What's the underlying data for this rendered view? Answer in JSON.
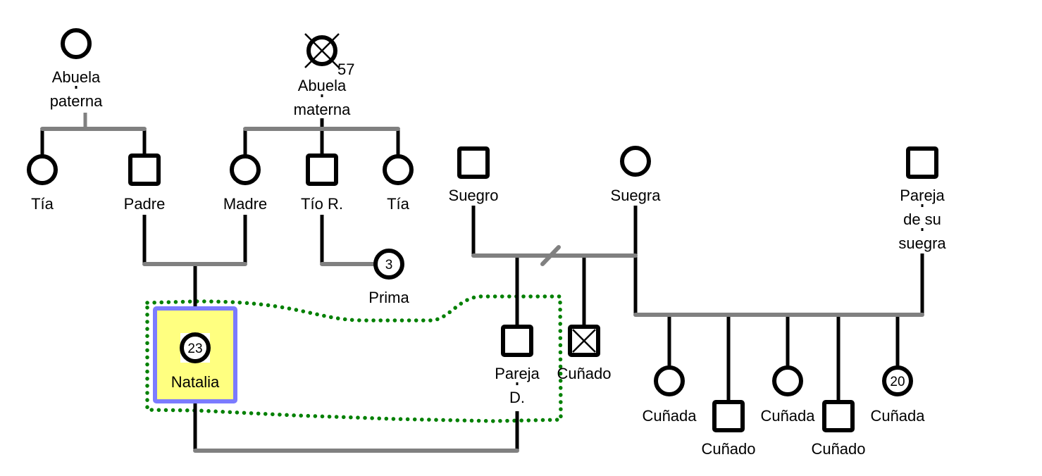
{
  "diagram": {
    "title": "Genograma",
    "colors": {
      "relation_line": "#808080",
      "descent_line": "#000000",
      "symbol_stroke": "#000000",
      "highlight_fill": "#ffff80",
      "highlight_border": "#7b7bff",
      "household_boundary": "#008000",
      "background": "#ffffff"
    },
    "people": [
      {
        "id": "abuela_paterna",
        "label_lines": [
          "Abuela",
          "paterna"
        ],
        "sex": "female",
        "deceased": false,
        "age": null
      },
      {
        "id": "abuela_materna",
        "label_lines": [
          "Abuela",
          "materna"
        ],
        "sex": "female",
        "deceased": true,
        "age": "57"
      },
      {
        "id": "tia_paterna",
        "label_lines": [
          "Tía"
        ],
        "sex": "female",
        "deceased": false,
        "age": null
      },
      {
        "id": "padre",
        "label_lines": [
          "Padre"
        ],
        "sex": "male",
        "deceased": false,
        "age": null
      },
      {
        "id": "madre",
        "label_lines": [
          "Madre"
        ],
        "sex": "female",
        "deceased": false,
        "age": null
      },
      {
        "id": "tio_r",
        "label_lines": [
          "Tío R."
        ],
        "sex": "male",
        "deceased": false,
        "age": null
      },
      {
        "id": "tia_materna",
        "label_lines": [
          "Tía"
        ],
        "sex": "female",
        "deceased": false,
        "age": null
      },
      {
        "id": "prima",
        "label_lines": [
          "Prima"
        ],
        "sex": "female",
        "deceased": false,
        "age": "3"
      },
      {
        "id": "natalia",
        "label_lines": [
          "Natalia"
        ],
        "sex": "female",
        "deceased": false,
        "age": "23",
        "index_person": true
      },
      {
        "id": "suegro",
        "label_lines": [
          "Suegro"
        ],
        "sex": "male",
        "deceased": false,
        "age": null
      },
      {
        "id": "suegra",
        "label_lines": [
          "Suegra"
        ],
        "sex": "female",
        "deceased": false,
        "age": null
      },
      {
        "id": "pareja_suegra",
        "label_lines": [
          "Pareja",
          "de su",
          "suegra"
        ],
        "sex": "male",
        "deceased": false,
        "age": null
      },
      {
        "id": "pareja_d",
        "label_lines": [
          "Pareja",
          "D."
        ],
        "sex": "male",
        "deceased": false,
        "age": null
      },
      {
        "id": "cunado_fallecido",
        "label_lines": [
          "Cuñado"
        ],
        "sex": "male",
        "deceased": true,
        "age": null
      },
      {
        "id": "cunada_1",
        "label_lines": [
          "Cuñada"
        ],
        "sex": "female",
        "deceased": false,
        "age": null
      },
      {
        "id": "cunado_1",
        "label_lines": [
          "Cuñado"
        ],
        "sex": "male",
        "deceased": false,
        "age": null
      },
      {
        "id": "cunada_2",
        "label_lines": [
          "Cuñada"
        ],
        "sex": "female",
        "deceased": false,
        "age": null
      },
      {
        "id": "cunado_2",
        "label_lines": [
          "Cuñado"
        ],
        "sex": "male",
        "deceased": false,
        "age": null
      },
      {
        "id": "cunada_3",
        "label_lines": [
          "Cuñada"
        ],
        "sex": "female",
        "deceased": false,
        "age": "20"
      }
    ],
    "relationships": [
      {
        "type": "parent-children",
        "parent": "abuela_paterna",
        "children": [
          "tia_paterna",
          "padre"
        ]
      },
      {
        "type": "parent-children",
        "parent": "abuela_materna",
        "children": [
          "madre",
          "tio_r",
          "tia_materna"
        ]
      },
      {
        "type": "couple",
        "partners": [
          "padre",
          "madre"
        ],
        "children": [
          "natalia"
        ]
      },
      {
        "type": "parent-children",
        "parent": "tio_r",
        "children": [
          "prima"
        ]
      },
      {
        "type": "couple",
        "partners": [
          "suegro",
          "suegra"
        ],
        "status": "separated",
        "children": [
          "pareja_d",
          "cunado_fallecido"
        ]
      },
      {
        "type": "couple",
        "partners": [
          "suegra",
          "pareja_suegra"
        ],
        "children": [
          "cunada_1",
          "cunado_1",
          "cunada_2",
          "cunado_2",
          "cunada_3"
        ]
      },
      {
        "type": "couple",
        "partners": [
          "natalia",
          "pareja_d"
        ]
      }
    ],
    "household": {
      "members": [
        "natalia",
        "pareja_d"
      ]
    }
  }
}
